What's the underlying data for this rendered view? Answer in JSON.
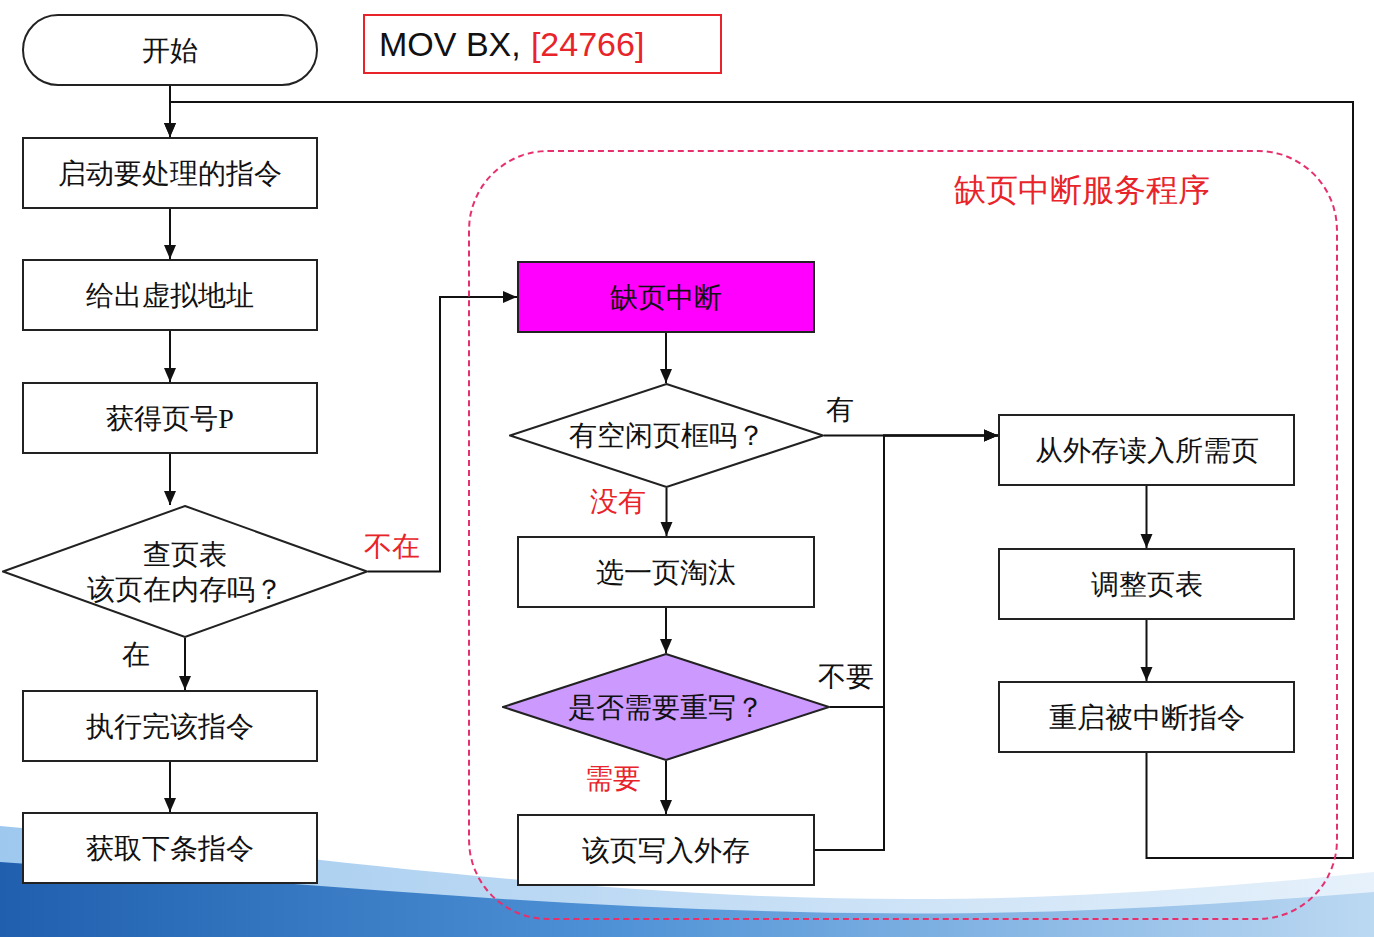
{
  "diagram": {
    "nodes": [
      {
        "text": [
          "开始"
        ]
      },
      {
        "text": [
          "MOV BX,",
          "[24766]"
        ]
      },
      {
        "text": [
          "启动要处理的指令"
        ]
      },
      {
        "text": [
          "给出虚拟地址"
        ]
      },
      {
        "text": [
          "获得页号P"
        ]
      },
      {
        "text": [
          "查页表 该页在内存吗？"
        ]
      },
      {
        "text": [
          "执行完该指令"
        ]
      },
      {
        "text": [
          "获取下条指令"
        ]
      },
      {
        "text": [
          "缺页中断服务程序"
        ]
      },
      {
        "text": [
          "缺页中断"
        ],
        "in": 8
      },
      {
        "text": [
          "有空闲页框吗？"
        ],
        "in": 8
      },
      {
        "text": [
          "选一页淘汰"
        ],
        "in": 8
      },
      {
        "text": [
          "是否需要重写？"
        ],
        "in": 8
      },
      {
        "text": [
          "该页写入外存"
        ],
        "in": 8
      },
      {
        "text": [
          "从外存读入所需页"
        ],
        "in": 8
      },
      {
        "text": [
          "调整页表"
        ],
        "in": 8
      },
      {
        "text": [
          "重启被中断指令"
        ],
        "in": 8
      }
    ],
    "edges": [
      {
        "from": 0,
        "to": 2,
        "arrow": "to"
      },
      {
        "from": 2,
        "to": 3,
        "arrow": "to"
      },
      {
        "from": 3,
        "to": 4,
        "arrow": "to"
      },
      {
        "from": 4,
        "to": 5,
        "arrow": "to"
      },
      {
        "from": 5,
        "to": 6,
        "label": "在",
        "arrow": "to"
      },
      {
        "from": 5,
        "to": 9,
        "label": "不在",
        "arrow": "to"
      },
      {
        "from": 6,
        "to": 7,
        "arrow": "to"
      },
      {
        "from": 9,
        "to": 10,
        "arrow": "to"
      },
      {
        "from": 10,
        "to": 11,
        "label": "没有",
        "arrow": "to"
      },
      {
        "from": 10,
        "to": 14,
        "label": "有",
        "arrow": "to"
      },
      {
        "from": 11,
        "to": 12,
        "arrow": "to"
      },
      {
        "from": 12,
        "to": 13,
        "label": "需要",
        "arrow": "to"
      },
      {
        "from": 12,
        "to": 14,
        "label": "不要",
        "arrow": "to"
      },
      {
        "from": 13,
        "to": 14,
        "arrow": "to"
      },
      {
        "from": 14,
        "to": 15,
        "arrow": "to"
      },
      {
        "from": 15,
        "to": 16,
        "arrow": "to"
      },
      {
        "from": 16,
        "to": 2,
        "arrow": "to"
      }
    ]
  }
}
